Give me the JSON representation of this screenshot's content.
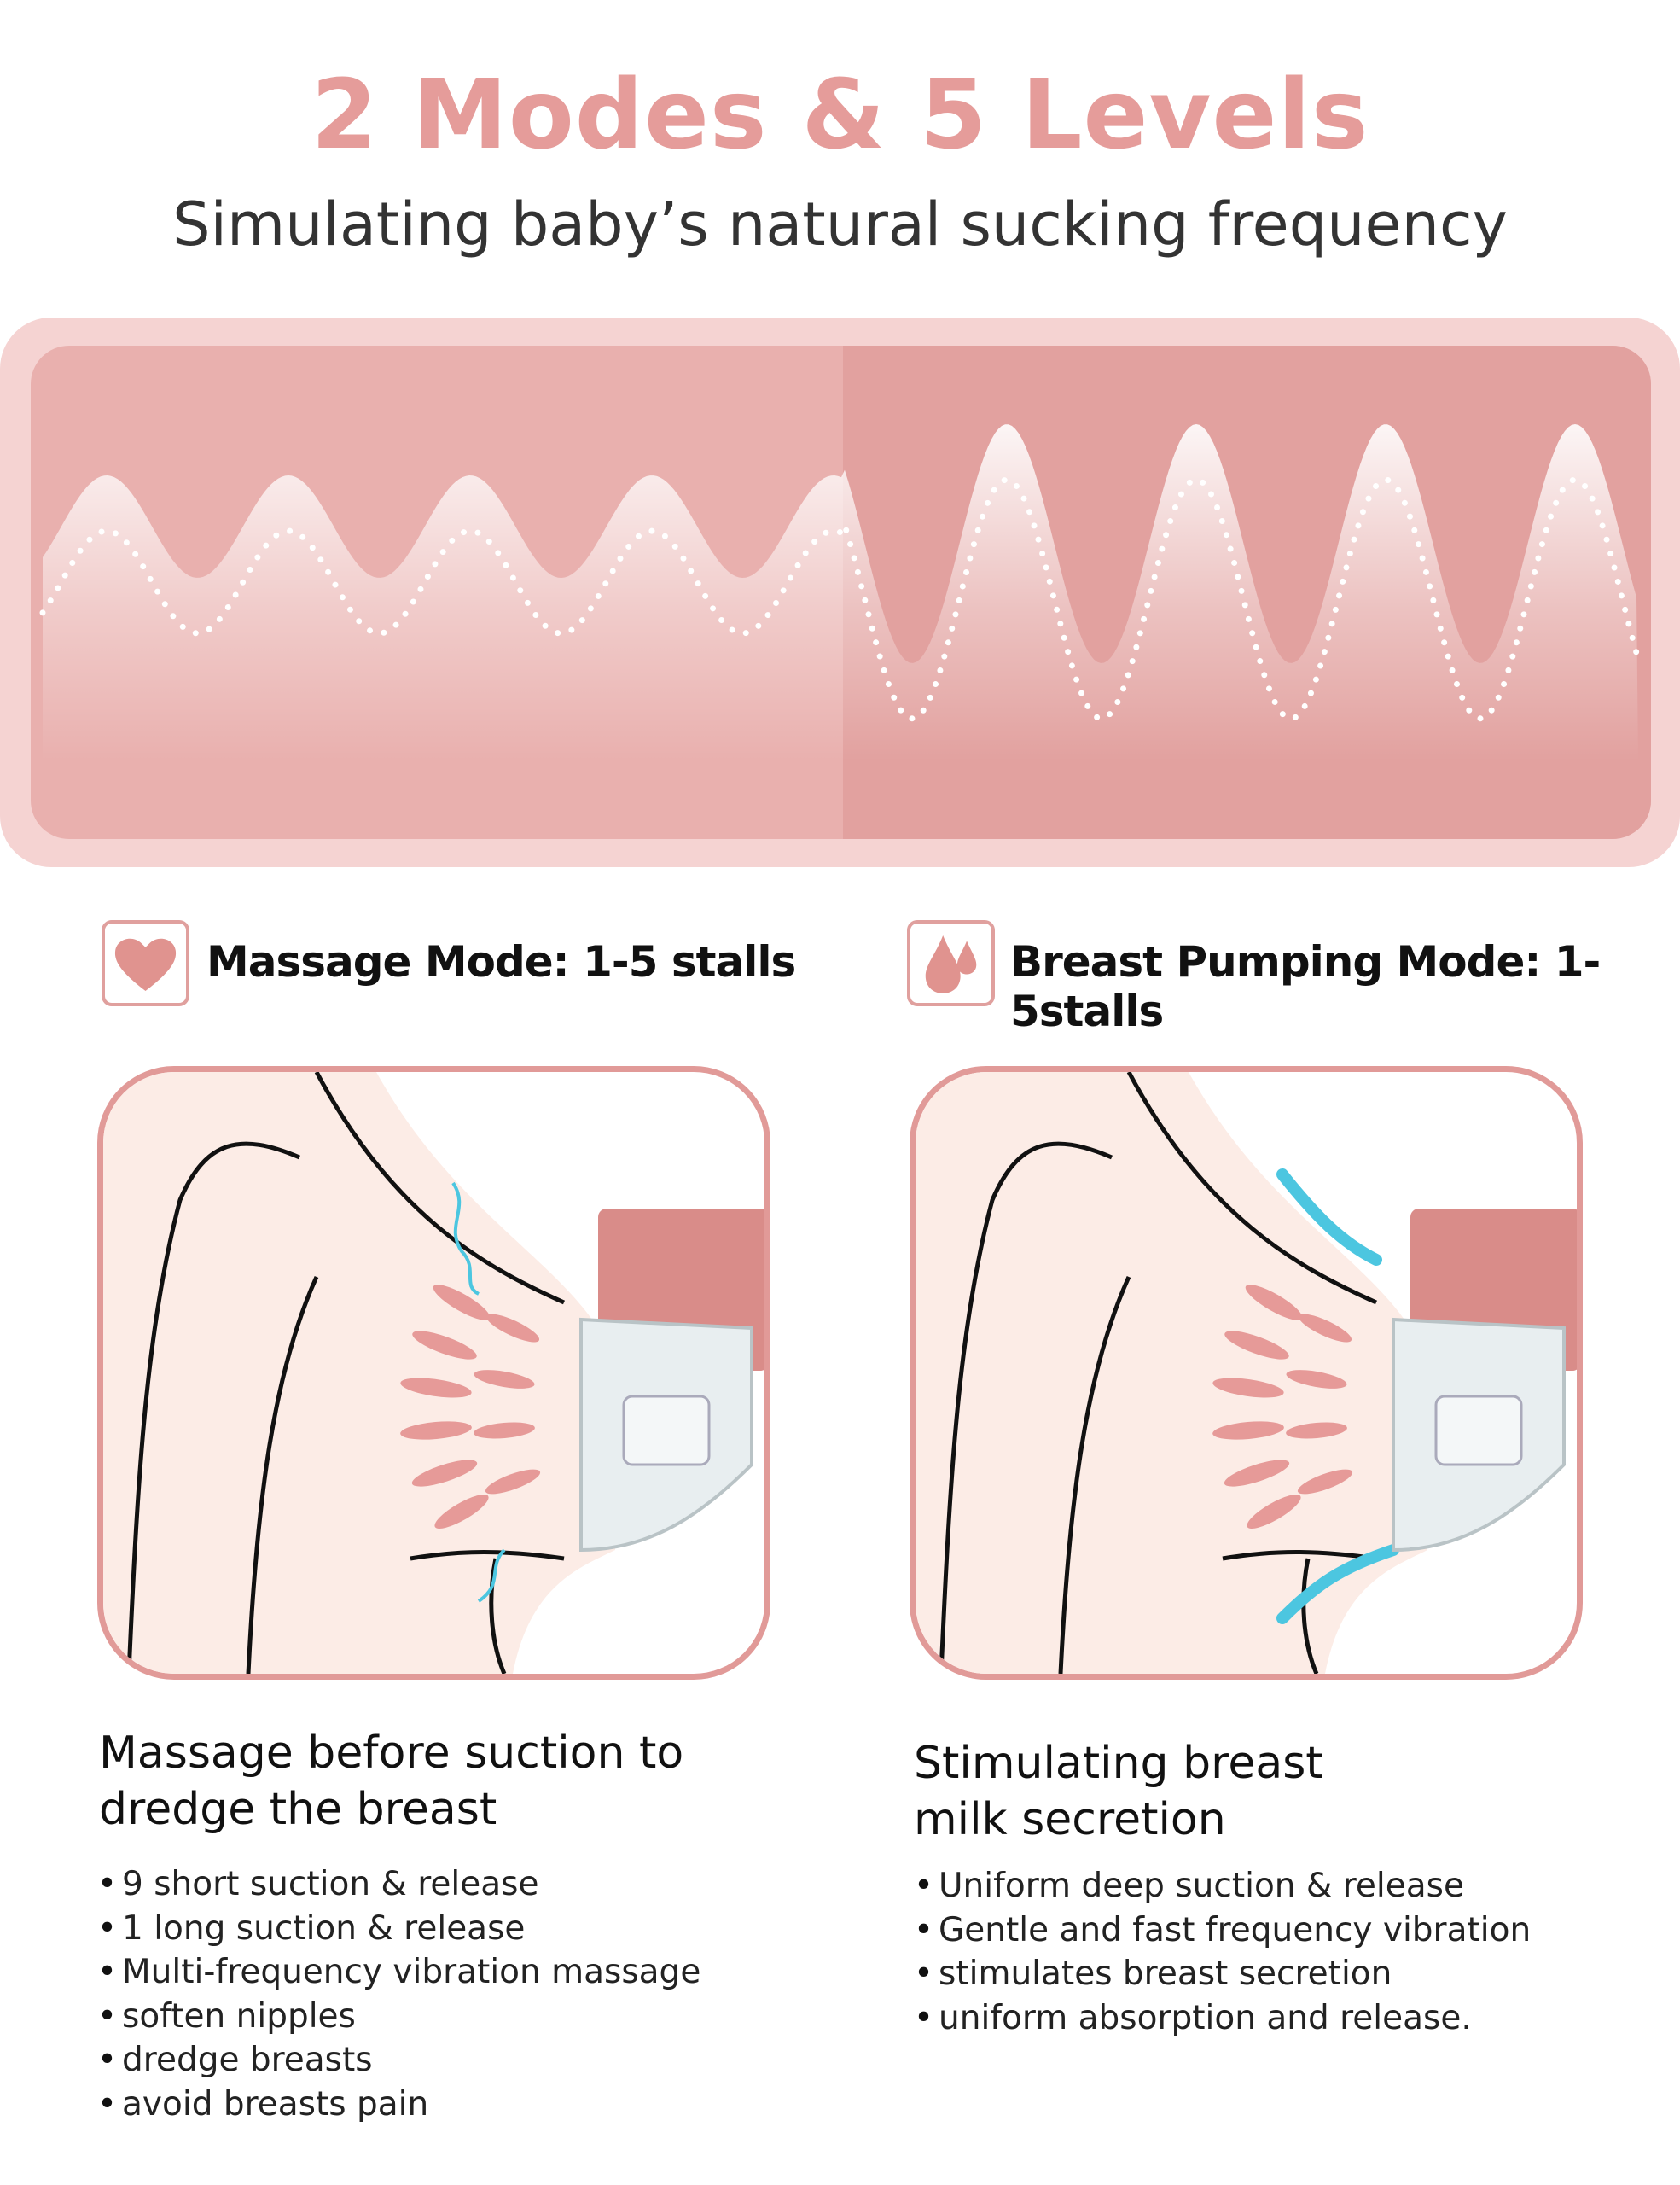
{
  "header": {
    "title": "2 Modes & 5 Levels",
    "subtitle": "Simulating baby’s natural sucking frequency"
  },
  "colors": {
    "accent": "#e59c9a",
    "panel_outer": "#f5d3d2",
    "panel_left": "#e9b0ae",
    "panel_right": "#e2a19f"
  },
  "modes": [
    {
      "icon": "heart-icon",
      "label": "Massage Mode: 1-5 stalls",
      "heading_lines": [
        "Massage before suction to",
        "dredge the breast"
      ],
      "bullets": [
        "9 short suction & release",
        "1 long suction & release",
        "Multi-frequency vibration massage",
        "soften nipples",
        "dredge breasts",
        "avoid breasts pain"
      ]
    },
    {
      "icon": "milk-drop-icon",
      "label": "Breast Pumping Mode: 1-5stalls",
      "heading_lines": [
        "Stimulating breast",
        "milk secretion"
      ],
      "bullets": [
        "Uniform deep suction & release",
        "Gentle and fast frequency vibration",
        "stimulates breast secretion",
        "uniform absorption and release."
      ]
    }
  ]
}
